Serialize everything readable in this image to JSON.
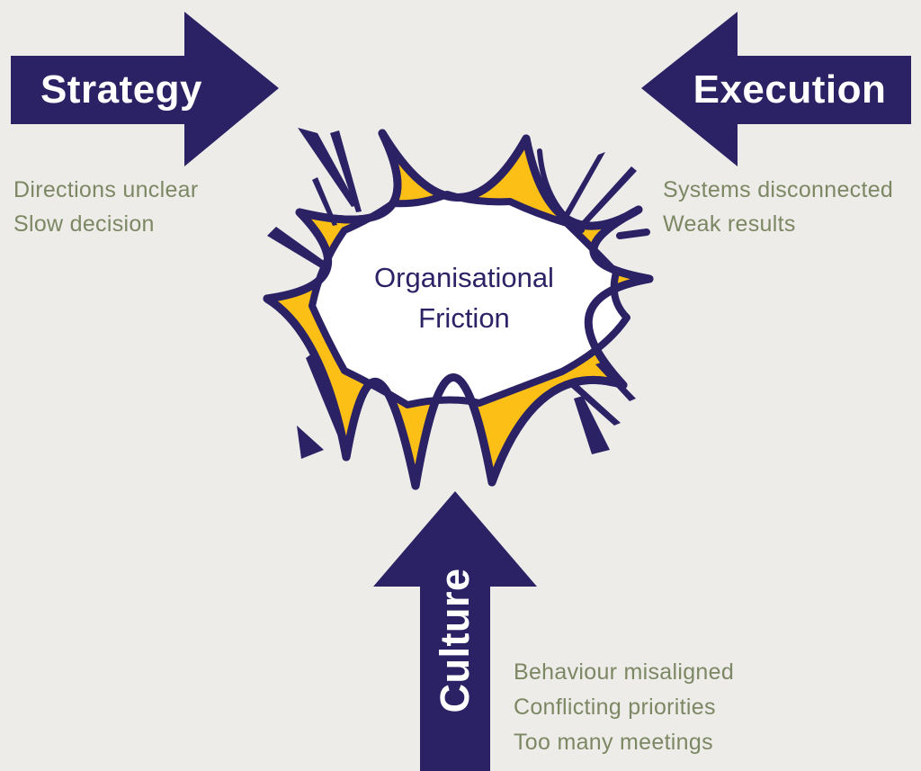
{
  "diagram_title": "Organisational Friction",
  "colors": {
    "navy": "#2a2264",
    "gold": "#fcbf16",
    "olive": "#7c8763",
    "background": "#edece9",
    "white": "#ffffff"
  },
  "burst": {
    "line1": "Organisational",
    "line2": "Friction"
  },
  "arrows": {
    "strategy": {
      "label": "Strategy",
      "direction": "right",
      "notes": [
        "Directions unclear",
        "Slow decision"
      ]
    },
    "execution": {
      "label": "Execution",
      "direction": "left",
      "notes": [
        "Systems disconnected",
        "Weak results"
      ]
    },
    "culture": {
      "label": "Culture",
      "direction": "up",
      "notes": [
        "Behaviour misaligned",
        "Conflicting priorities",
        "Too many meetings"
      ]
    }
  }
}
